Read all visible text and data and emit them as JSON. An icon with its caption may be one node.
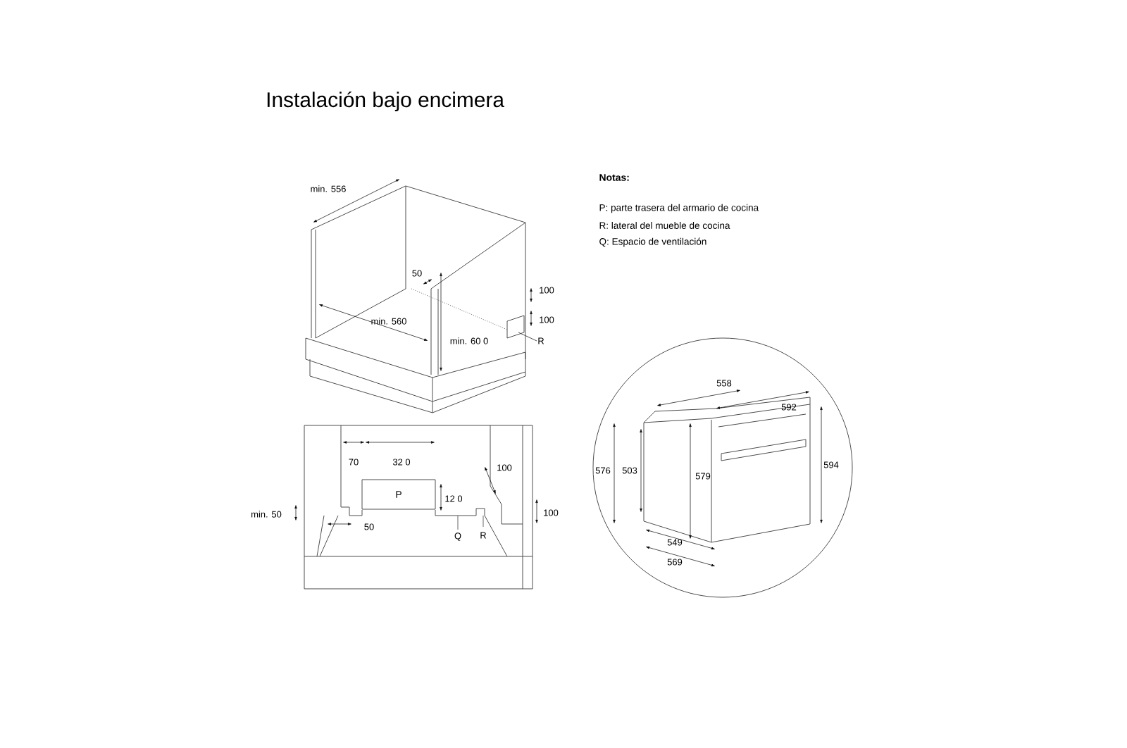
{
  "diagram": {
    "title": "Instalación bajo encimera",
    "nodes": [
      {
        "text": [
          "P"
        ]
      }
    ],
    "labels": [
      "min. 556",
      "50",
      "100",
      "min. 560",
      "100",
      "min. 60 0",
      "R",
      "Notas:",
      "P: parte trasera del armario de cocina",
      "R: lateral del mueble de cocina",
      "Q: Espacio de ventilación",
      "558",
      "592",
      "576",
      "503",
      "579",
      "594",
      "549",
      "569",
      "70",
      "32 0",
      "100",
      "12 0",
      "min. 50",
      "100",
      "50",
      "Q",
      "R"
    ]
  }
}
